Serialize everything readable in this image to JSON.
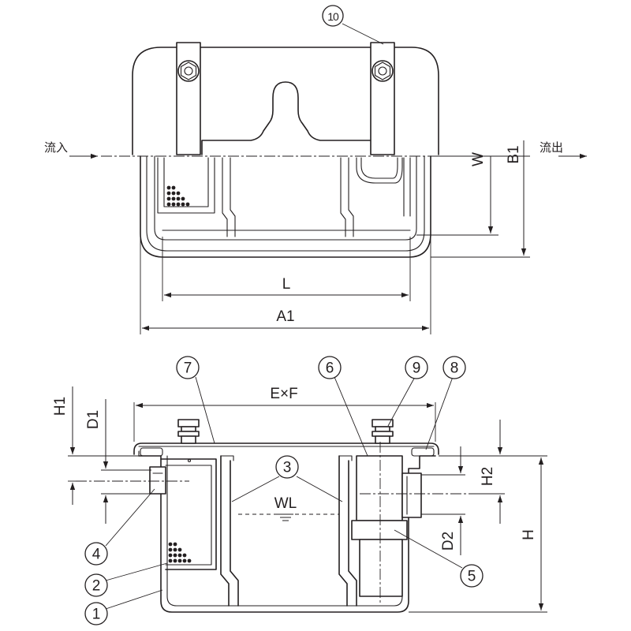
{
  "top_view": {
    "inflow_label": "流入",
    "outflow_label": "流出",
    "dim_w": "W",
    "dim_b1": "B1",
    "dim_l": "L",
    "dim_a1": "A1",
    "callout_10": "10"
  },
  "section_view": {
    "dim_exf": "E×F",
    "dim_h1": "H1",
    "dim_d1": "D1",
    "dim_h2": "H2",
    "dim_d2": "D2",
    "dim_h": "H",
    "water_level": "WL",
    "callouts": {
      "c1": "1",
      "c2": "2",
      "c3": "3",
      "c4": "4",
      "c5": "5",
      "c6": "6",
      "c7": "7",
      "c8": "8",
      "c9": "9"
    }
  }
}
